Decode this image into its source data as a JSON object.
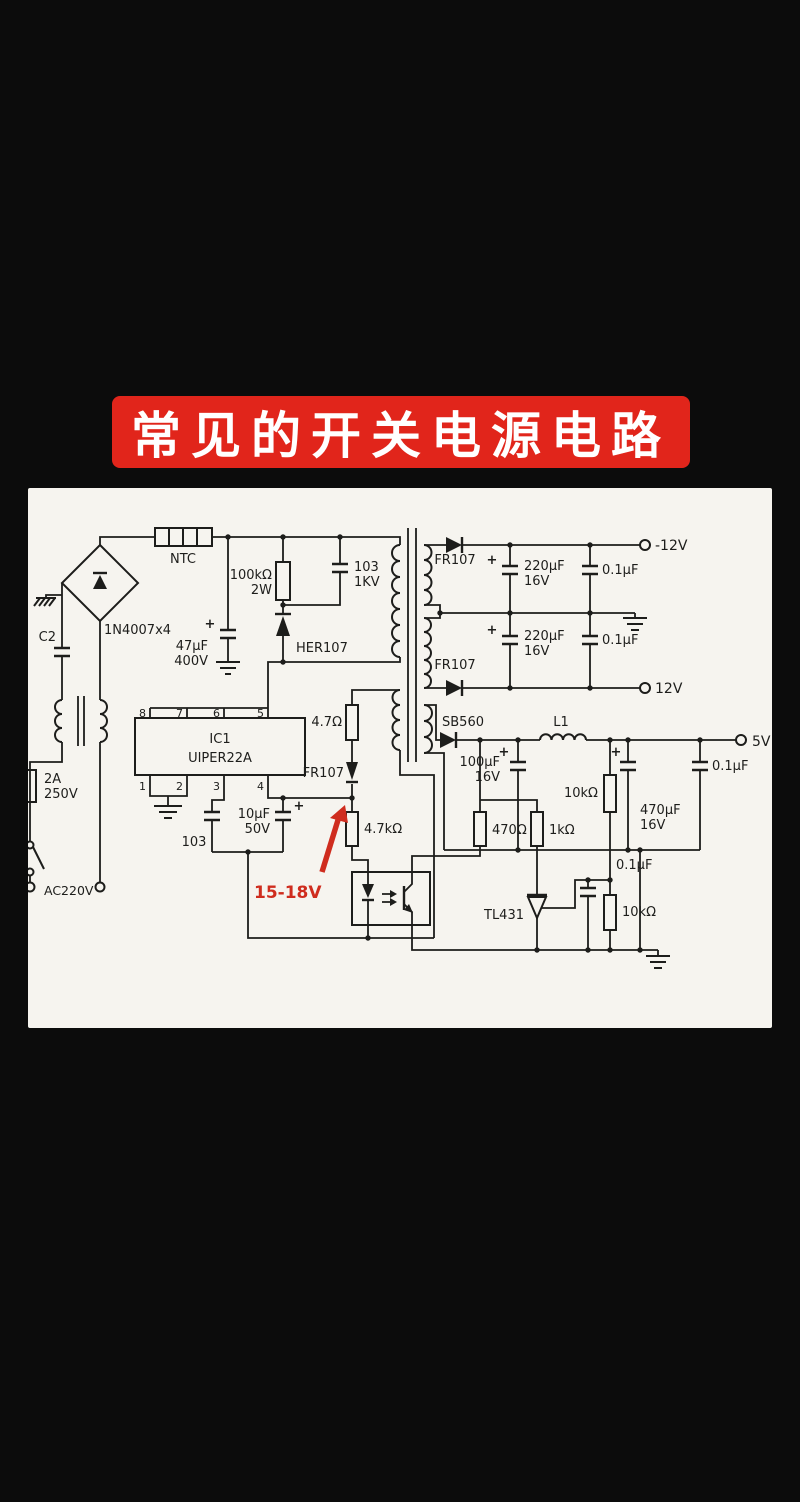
{
  "banner": {
    "title": "常见的开关电源电路"
  },
  "colors": {
    "background": "#0c0c0c",
    "banner": "#e1251b",
    "banner_text": "#ffffff",
    "panel": "#f6f4ef",
    "ink": "#1d1d1b",
    "annotation": "#cf2c1e"
  },
  "labels": {
    "ntc": "NTC",
    "bridge": "1N4007x4",
    "c2": "C2",
    "r_snub": "100kΩ",
    "r_snub2": "2W",
    "c_snub": "103",
    "c_snub2": "1KV",
    "c_bulk": "47μF",
    "c_bulk2": "400V",
    "d_clamp": "HER107",
    "fuse": "2A",
    "fuse2": "250V",
    "ac": "AC220V",
    "ic1": "IC1",
    "ic2": "UIPER22A",
    "p8": "8",
    "p7": "7",
    "p6": "6",
    "p5": "5",
    "p1": "1",
    "p2": "2",
    "p3": "3",
    "p4": "4",
    "r_aux": "4.7Ω",
    "d_aux": "FR107",
    "c_p3": "103",
    "c_vcc": "10μF",
    "c_vcc2": "50V",
    "r_fb": "4.7kΩ",
    "vcc_note": "15-18V",
    "d_o1": "FR107",
    "c_o1": "220μF",
    "c_o1b": "16V",
    "c_o2": "0.1μF",
    "t_neg12": "-12V",
    "d_o2": "FR107",
    "c_o3": "220μF",
    "c_o3b": "16V",
    "c_o4": "0.1μF",
    "t_12": "12V",
    "d_o3": "SB560",
    "c_o5": "100μF",
    "c_o5b": "16V",
    "l1": "L1",
    "r_up": "10kΩ",
    "c_o6": "470μF",
    "c_o6b": "16V",
    "c_o7": "0.1μF",
    "t_5": "5V",
    "r_led": "470Ω",
    "r_bias": "1kΩ",
    "c_comp": "0.1μF",
    "u_ref": "TL431",
    "r_low": "10kΩ",
    "plus": "+"
  }
}
